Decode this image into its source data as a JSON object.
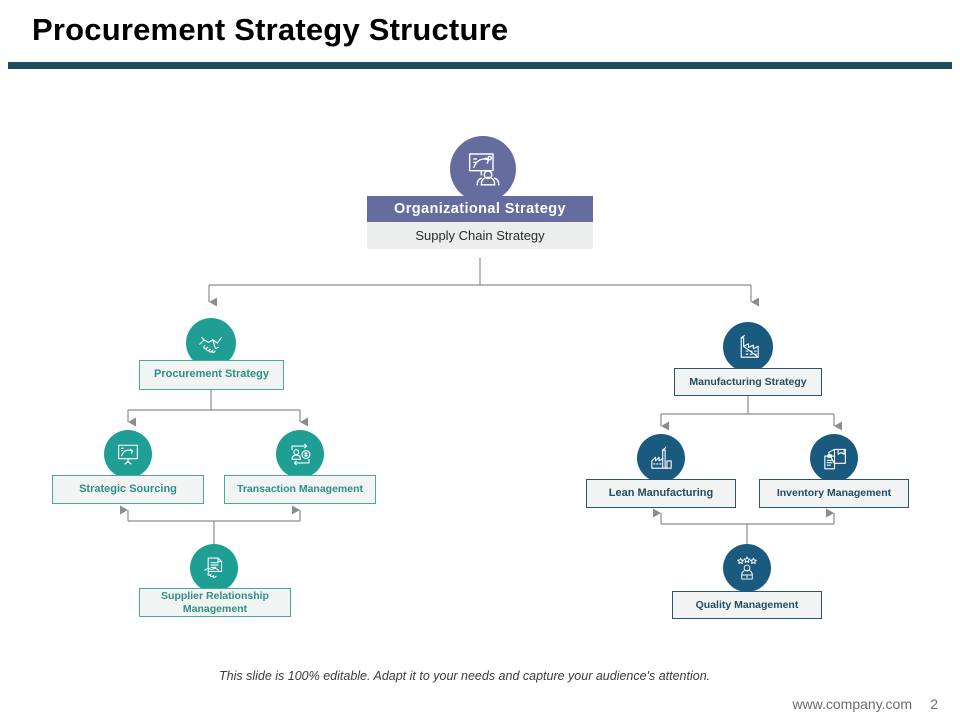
{
  "slide": {
    "title": "Procurement Strategy Structure",
    "footnote": "This slide is 100% editable. Adapt it to your needs and capture your audience's attention.",
    "site_url": "www.company.com",
    "page_number": "2"
  },
  "colors": {
    "title_rule": "#1d4e5f",
    "root_header_bg": "#646d9e",
    "root_body_bg": "#eceded",
    "teal": "#1f9e93",
    "navy": "#1b5a7f",
    "box_bg": "#f2f3f3",
    "connector": "#8c8c8c"
  },
  "root": {
    "header": "Organizational Strategy",
    "body": "Supply Chain Strategy",
    "icon": "strategy-board-icon"
  },
  "branches": [
    {
      "id": "procurement",
      "theme": "teal",
      "nodes": [
        {
          "id": "procurement-strategy",
          "label": "Procurement Strategy",
          "icon": "handshake-icon"
        },
        {
          "id": "strategic-sourcing",
          "label": "Strategic Sourcing",
          "icon": "presentation-chart-icon"
        },
        {
          "id": "transaction-management",
          "label": "Transaction Management",
          "icon": "transaction-flow-icon"
        },
        {
          "id": "supplier-relationship-mgmt",
          "label": "Supplier Relationship Management",
          "icon": "document-handshake-icon"
        }
      ]
    },
    {
      "id": "manufacturing",
      "theme": "navy",
      "nodes": [
        {
          "id": "manufacturing-strategy",
          "label": "Manufacturing Strategy",
          "icon": "factory-icon"
        },
        {
          "id": "lean-manufacturing",
          "label": "Lean Manufacturing",
          "icon": "factory-graph-icon"
        },
        {
          "id": "inventory-management",
          "label": "Inventory Management",
          "icon": "box-clipboard-icon"
        },
        {
          "id": "quality-management",
          "label": "Quality Management",
          "icon": "person-stars-icon"
        }
      ]
    }
  ]
}
